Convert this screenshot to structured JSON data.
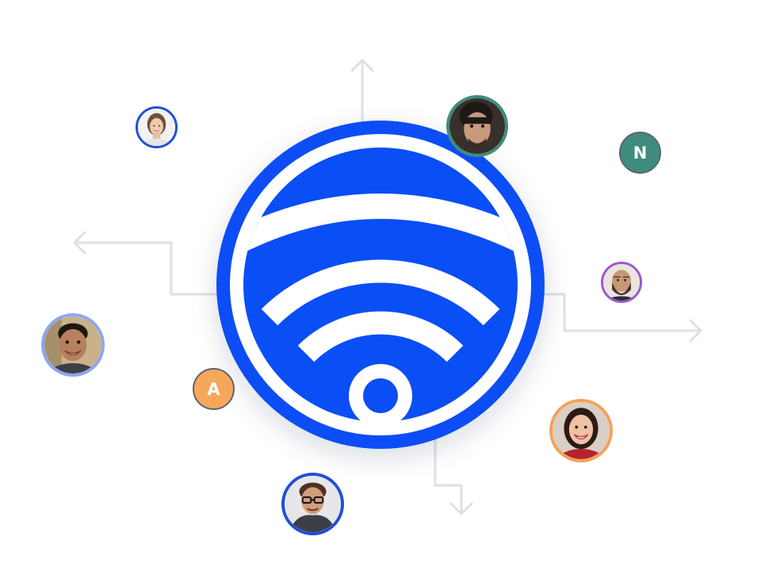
{
  "colors": {
    "brand_blue": "#0a4ef5",
    "connector_gray": "#dde0e6",
    "background": "#ffffff"
  },
  "logo": {
    "icon": "wifi-globe-logo-icon"
  },
  "avatars": [
    {
      "kind": "photo",
      "icon": "user-photo-woman-icon",
      "ring": "#1f4fd6"
    },
    {
      "kind": "photo",
      "icon": "user-photo-man-icon",
      "ring": "#3f8c7c"
    },
    {
      "kind": "initial",
      "letter": "N",
      "bg": "#3f8c7c"
    },
    {
      "kind": "photo",
      "icon": "user-photo-bearded-man-icon",
      "ring": "#9b57d1"
    },
    {
      "kind": "photo",
      "icon": "user-photo-smiling-man-icon",
      "ring": "#8ea6ee"
    },
    {
      "kind": "initial",
      "letter": "A",
      "bg": "#f6a85a"
    },
    {
      "kind": "photo",
      "icon": "user-photo-woman-smiling-icon",
      "ring": "#f4a25a"
    },
    {
      "kind": "photo",
      "icon": "user-photo-man-glasses-icon",
      "ring": "#1f4fd6"
    }
  ],
  "connectors": [
    {
      "direction": "up",
      "icon": "arrow-up-icon"
    },
    {
      "direction": "left",
      "icon": "arrow-left-icon"
    },
    {
      "direction": "right",
      "icon": "arrow-right-icon"
    },
    {
      "direction": "down",
      "icon": "arrow-down-icon"
    }
  ]
}
